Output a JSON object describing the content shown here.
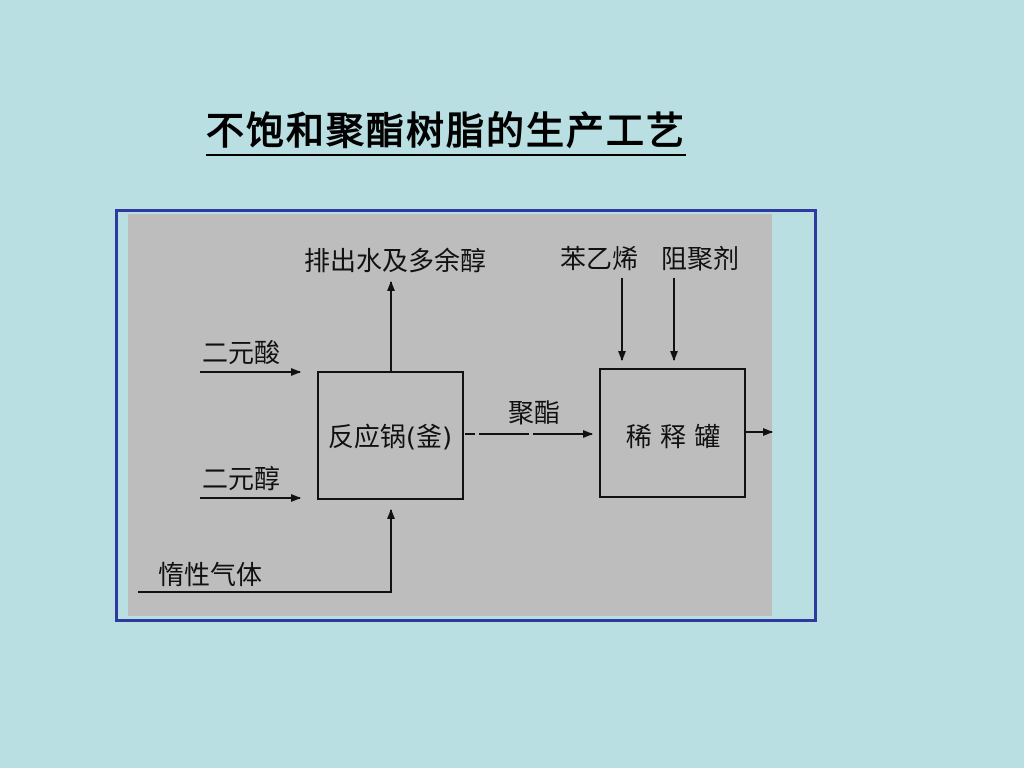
{
  "title": "不饱和聚酯树脂的生产工艺",
  "diagram": {
    "reactor_label": "反应锅(釜)",
    "dilution_tank_label": "稀 释 罐",
    "inputs": {
      "dibasic_acid": "二元酸",
      "diol": "二元醇",
      "inert_gas": "惰性气体",
      "styrene": "苯乙烯",
      "inhibitor": "阻聚剂"
    },
    "outputs": {
      "water_and_excess_alcohol": "排出水及多余醇"
    },
    "flow_label": "聚酯"
  },
  "colors": {
    "background": "#b9dfe3",
    "frame_border": "#2e3a9e",
    "diagram_fill": "#bdbdbd"
  }
}
